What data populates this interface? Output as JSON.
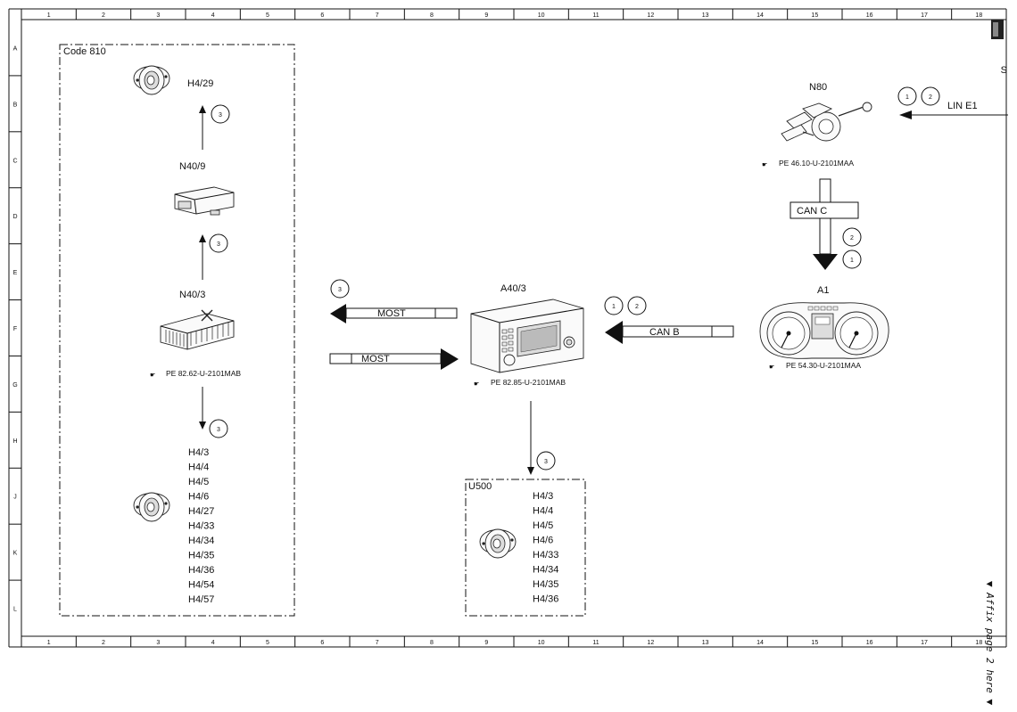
{
  "grid": {
    "columns": [
      "1",
      "2",
      "3",
      "4",
      "5",
      "6",
      "7",
      "8",
      "9",
      "10",
      "11",
      "12",
      "13",
      "14",
      "15",
      "16",
      "17",
      "18"
    ],
    "rows": [
      "A",
      "B",
      "C",
      "D",
      "E",
      "F",
      "G",
      "H",
      "J",
      "K",
      "L"
    ]
  },
  "groups": {
    "code810": "Code 810",
    "u500": "U500"
  },
  "components": {
    "h4_29": "H4/29",
    "n40_9": "N40/9",
    "n40_3": "N40/3",
    "n40_3_ref": "PE 82.62-U-2101MAB",
    "a40_3": "A40/3",
    "a40_3_ref": "PE 82.85-U-2101MAB",
    "n80": "N80",
    "n80_ref": "PE 46.10-U-2101MAA",
    "a1": "A1",
    "a1_ref": "PE 54.30-U-2101MAA"
  },
  "left_speakers": [
    "H4/3",
    "H4/4",
    "H4/5",
    "H4/6",
    "H4/27",
    "H4/33",
    "H4/34",
    "H4/35",
    "H4/36",
    "H4/54",
    "H4/57"
  ],
  "u500_speakers": [
    "H4/3",
    "H4/4",
    "H4/5",
    "H4/6",
    "H4/33",
    "H4/34",
    "H4/35",
    "H4/36"
  ],
  "buses": {
    "most_out": "MOST",
    "most_in": "MOST",
    "can_b": "CAN B",
    "can_c": "CAN C",
    "lin_e1": "LIN E1"
  },
  "markers": {
    "m3": "3",
    "m1": "1",
    "m2": "2"
  },
  "edge": {
    "top_right_letter": "S",
    "affix_note": "▼ Affix page 2 here ▼"
  }
}
